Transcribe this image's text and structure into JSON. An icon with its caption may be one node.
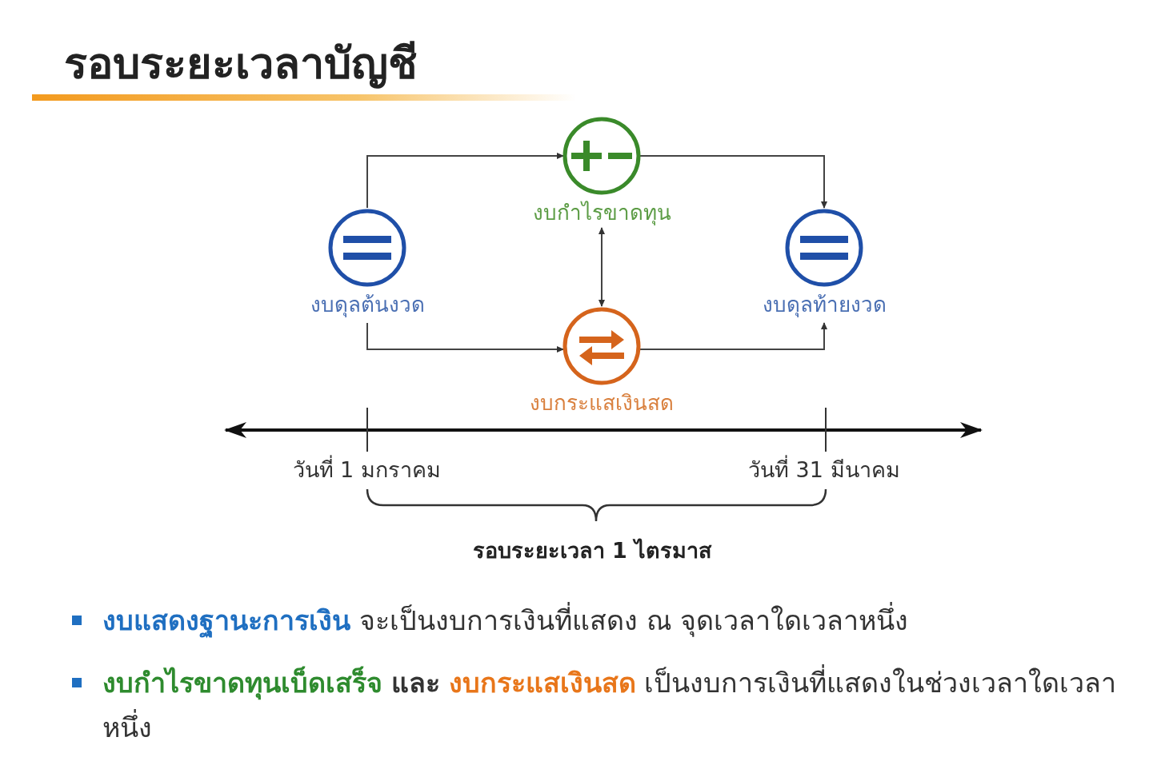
{
  "diagram": {
    "title": "รอบระยะเวลาบัญชี",
    "nodes": [
      {
        "text": [
          "งบดุลต้นงวด"
        ]
      },
      {
        "text": [
          "งบกำไรขาดทุน"
        ]
      },
      {
        "text": [
          "งบกระแสเงินสด"
        ]
      },
      {
        "text": [
          "งบดุลท้ายงวด"
        ]
      }
    ],
    "edges": [
      {
        "from": 0,
        "to": 1,
        "arrow": "to"
      },
      {
        "from": 1,
        "to": 3,
        "arrow": "to"
      },
      {
        "from": 1,
        "to": 2,
        "arrow": "both"
      },
      {
        "from": 0,
        "to": 2,
        "arrow": "to"
      },
      {
        "from": 2,
        "to": 3,
        "arrow": "to"
      }
    ],
    "labels": [
      "วันที่ 1 มกราคม",
      "วันที่ 31 มีนาคม",
      "รอบระยะเวลา 1 ไตรมาส",
      "**งบแสดงฐานะการเงิน** จะเป็นงบการเงินที่แสดง ณ จุดเวลาใดเวลาหนึ่ง",
      "**งบกำไรขาดทุนเบ็ดเสร็จ** **และ** **งบกระแสเงินสด** เป็นงบการเงินที่แสดงในช่วงเวลาใดเวลาหนึ่ง"
    ]
  }
}
